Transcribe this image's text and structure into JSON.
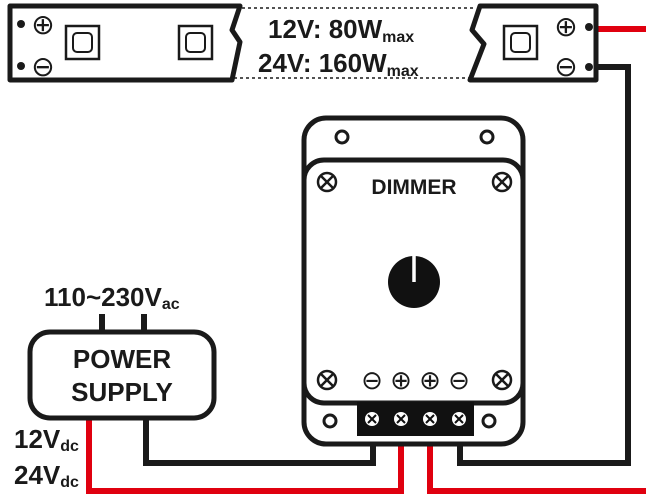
{
  "strip": {
    "rating_12": "12V: 80W",
    "rating_24": "24V: 160W",
    "rating_sub": "max",
    "pos_symbol": "⊕",
    "neg_symbol": "⊖"
  },
  "dimmer": {
    "label": "DIMMER",
    "terminals": [
      "⊖",
      "⊕",
      "⊕",
      "⊖"
    ]
  },
  "power_supply": {
    "label_line1": "POWER",
    "label_line2": "SUPPLY",
    "ac_input": "110~230V",
    "ac_sub": "ac",
    "dc_12": "12V",
    "dc_24": "24V",
    "dc_sub": "dc"
  },
  "colors": {
    "positive_wire": "#e0000f",
    "negative_wire": "#1a1a1a",
    "outline": "#1a1a1a"
  }
}
